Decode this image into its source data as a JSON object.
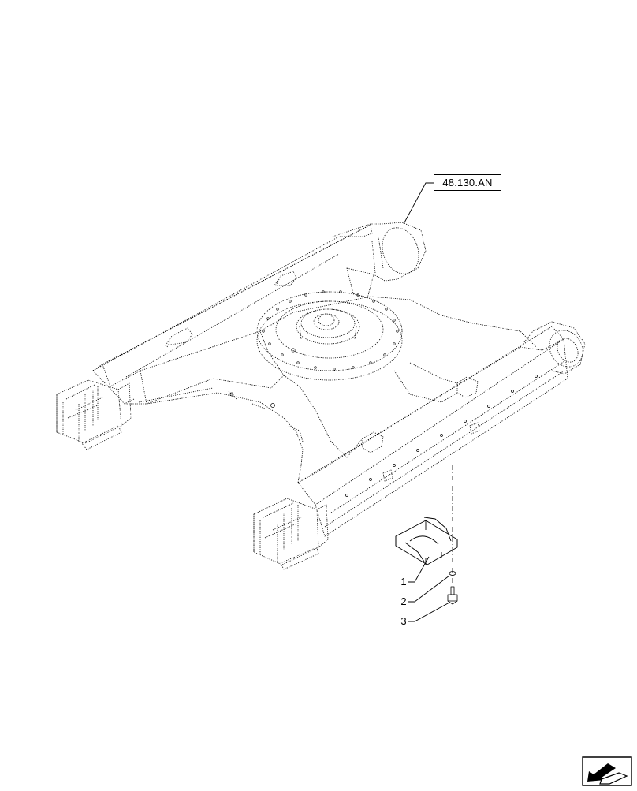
{
  "diagram": {
    "reference_label": "48.130.AN",
    "callouts": [
      {
        "number": "1"
      },
      {
        "number": "2"
      },
      {
        "number": "3"
      }
    ]
  },
  "icons": {
    "navigation": "next-page-arrow-icon"
  },
  "colors": {
    "line": "#000000",
    "background": "#ffffff"
  }
}
